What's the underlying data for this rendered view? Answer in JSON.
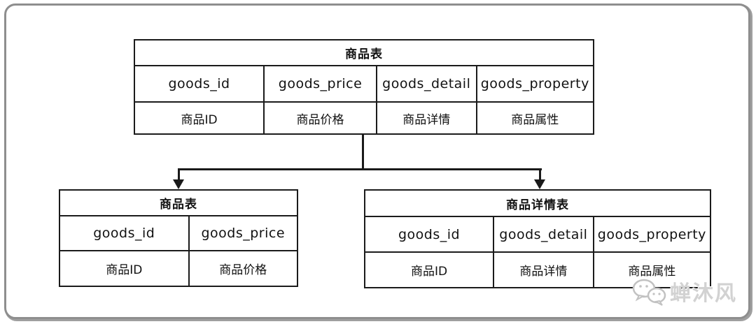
{
  "tables": {
    "source": {
      "title": "商品表",
      "fields": [
        "goods_id",
        "goods_price",
        "goods_detail",
        "goods_property"
      ],
      "labels": [
        "商品ID",
        "商品价格",
        "商品详情",
        "商品属性"
      ]
    },
    "split_left": {
      "title": "商品表",
      "fields": [
        "goods_id",
        "goods_price"
      ],
      "labels": [
        "商品ID",
        "商品价格"
      ]
    },
    "split_right": {
      "title": "商品详情表",
      "fields": [
        "goods_id",
        "goods_detail",
        "goods_property"
      ],
      "labels": [
        "商品ID",
        "商品详情",
        "商品属性"
      ]
    }
  },
  "watermark": {
    "icon": "wechat-icon",
    "text": "蝉沐风",
    "color": "#d2d2d2"
  },
  "colors": {
    "line": "#1a1a1a",
    "frame_border": "#8e8e8e",
    "background": "#ffffff"
  }
}
